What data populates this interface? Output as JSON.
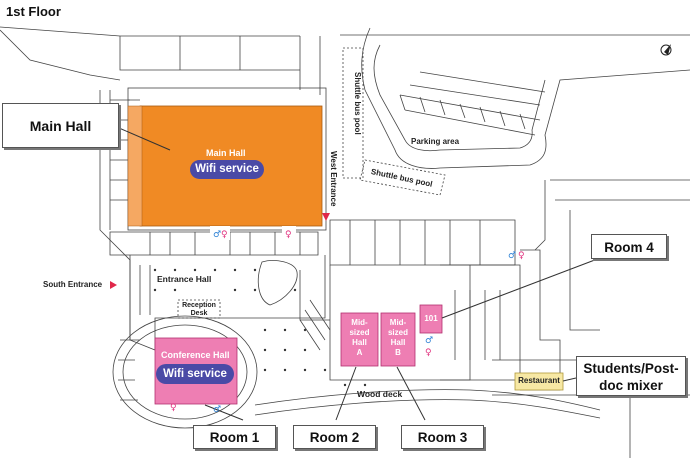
{
  "floor_title": "1st Floor",
  "areas": {
    "main_hall": {
      "label": "Main Hall",
      "color": "#f08a24"
    },
    "conference_hall": {
      "label": "Conference Hall",
      "color": "#ee7eb3"
    },
    "mid_hall_a": {
      "label": "Mid-\nsized\nHall\nA"
    },
    "mid_hall_b": {
      "label": "Mid-\nsized\nHall\nB"
    },
    "room_101": {
      "label": "101"
    },
    "restaurant": {
      "label": "Restaurant",
      "color": "#f7e8a4"
    }
  },
  "wifi_label": "Wifi service",
  "place_labels": {
    "parking_area": "Parking area",
    "shuttle_bus_pool_vertical": "Shuttle bus pool",
    "shuttle_bus_pool": "Shuttle bus pool",
    "west_entrance": "West Entrance",
    "south_entrance": "South Entrance",
    "entrance_hall": "Entrance Hall",
    "reception_desk": "Reception\nDesk",
    "wood_deck": "Wood deck"
  },
  "callouts": {
    "main_hall": "Main Hall",
    "room_1": "Room 1",
    "room_2": "Room 2",
    "room_3": "Room 3",
    "room_4": "Room 4",
    "students_mixer": "Students/Post-\ndoc mixer"
  },
  "icons": [
    "north-arrow-icon",
    "restroom-icon",
    "entrance-arrow-icon"
  ]
}
